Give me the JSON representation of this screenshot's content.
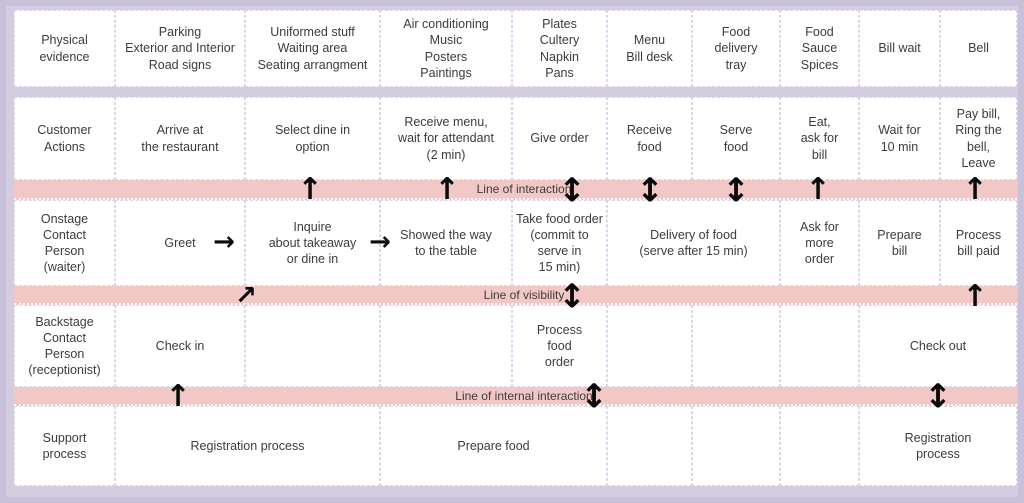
{
  "palette": {
    "page_background": "#d4cde2",
    "frame_border": "#c9c0da",
    "cell_background": "#ffffff",
    "band_pink": "#f2c8c7",
    "text": "#3c3c3c",
    "arrow": "#0a0a0a"
  },
  "rows": {
    "physical": {
      "label": "Physical\nevidence",
      "cells": [
        "Parking\nExterior and Interior\nRoad signs",
        "Uniformed stuff\nWaiting area\nSeating arrangment",
        "Air conditioning\nMusic\nPosters\nPaintings",
        "Plates\nCultery\nNapkin\nPans",
        "Menu\nBill desk",
        "Food\ndelivery\ntray",
        "Food\nSauce\nSpices",
        "Bill wait",
        "Bell"
      ]
    },
    "customer": {
      "label": "Customer\nActions",
      "cells": [
        "Arrive at\nthe restaurant",
        "Select dine in\noption",
        "Receive menu,\nwait for attendant\n(2 min)",
        "Give order",
        "Receive\nfood",
        "Serve\nfood",
        "Eat,\nask for\nbill",
        "Wait for\n10 min",
        "Pay bill,\nRing the\nbell,\nLeave"
      ]
    },
    "onstage": {
      "label": "Onstage\nContact\nPerson\n(waiter)",
      "cells": [
        "Greet",
        "Inquire\nabout takeaway\nor dine in",
        "Showed the way\nto the table",
        "Take food order\n(commit to\nserve in\n15 min)",
        "Delivery of food\n(serve after 15 min)",
        "Ask for\nmore\norder",
        "Prepare\nbill",
        "Process\nbill paid"
      ]
    },
    "backstage": {
      "label": "Backstage\nContact\nPerson\n(receptionist)",
      "cells": [
        "Check in",
        "Process\nfood\norder",
        "Check out"
      ]
    },
    "support": {
      "label": "Support\nprocess",
      "cells": [
        "Registration process",
        "Prepare food",
        "Registration\nprocess"
      ]
    }
  },
  "bands": {
    "interaction": "Line of interaction",
    "visibility": "Line of visibility",
    "internal": "Line of internal interaction"
  },
  "icons": {
    "arrow_up": "↑",
    "arrow_up_down": "↕",
    "arrow_right": "→",
    "arrow_diagonal": "↗"
  }
}
